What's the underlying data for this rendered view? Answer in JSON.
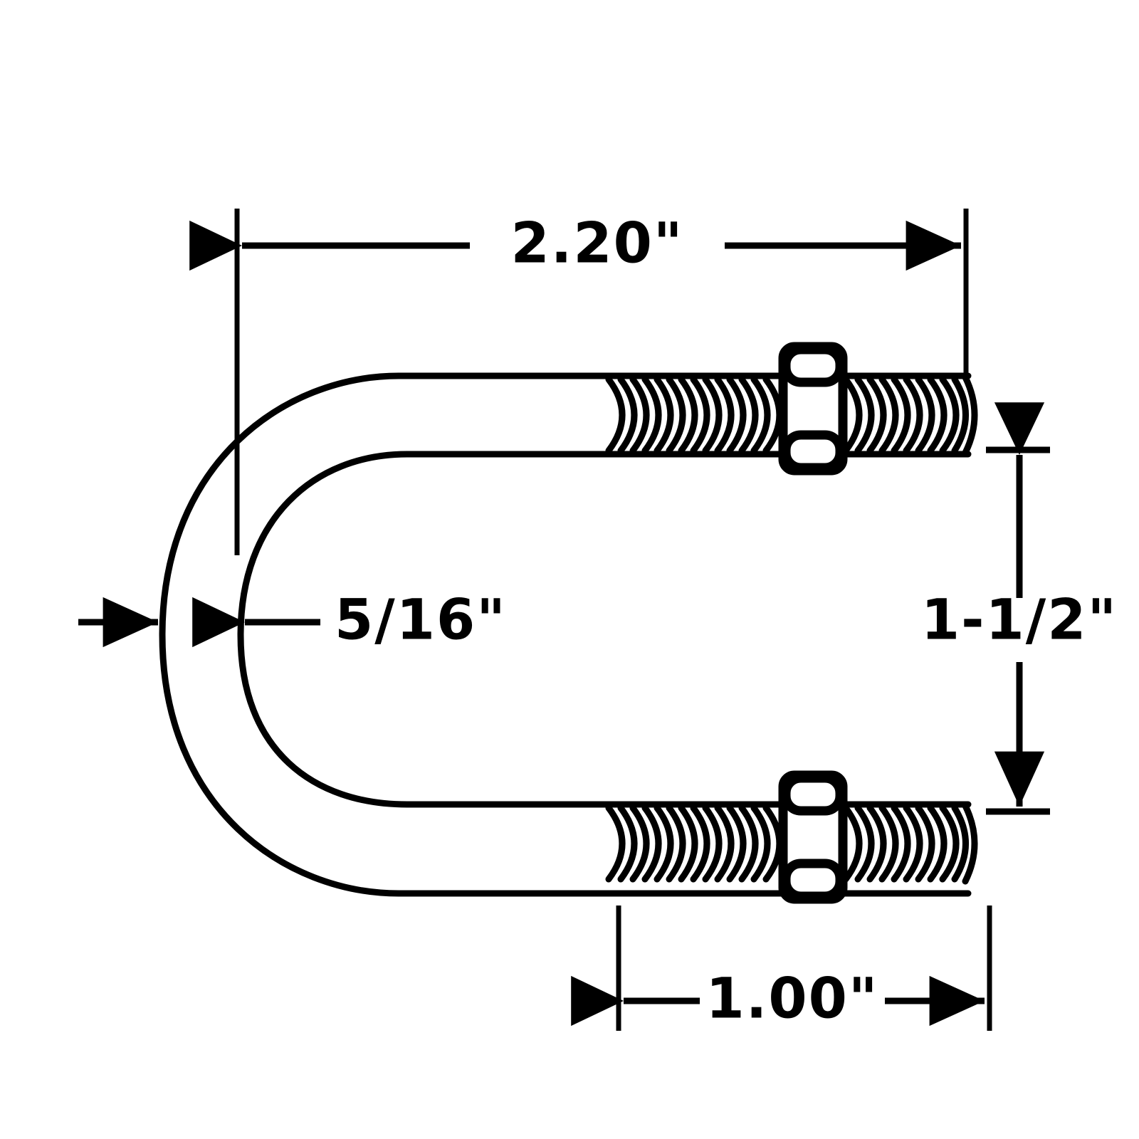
{
  "drawing": {
    "title": "U-Bolt Dimensioned Technical Drawing",
    "background_color": "#ffffff",
    "line_color": "#000000",
    "part_type": "u-bolt",
    "nut_count": 2
  },
  "dimensions": {
    "overall_length": {
      "label": "2.20\"",
      "name": "overall-length",
      "orientation": "horizontal",
      "position": "top"
    },
    "rod_diameter": {
      "label": "5/16\"",
      "name": "rod-diameter",
      "orientation": "horizontal",
      "position": "center-left"
    },
    "inside_width": {
      "label": "1-1/2\"",
      "name": "inside-width",
      "orientation": "vertical",
      "position": "right"
    },
    "thread_length": {
      "label": "1.00\"",
      "name": "thread-length",
      "orientation": "horizontal",
      "position": "bottom"
    }
  },
  "components": {
    "upper_arm": "upper-threaded-arm",
    "lower_arm": "lower-threaded-arm",
    "bend": "u-bend",
    "upper_nut": "upper-hex-nut",
    "lower_nut": "lower-hex-nut"
  }
}
